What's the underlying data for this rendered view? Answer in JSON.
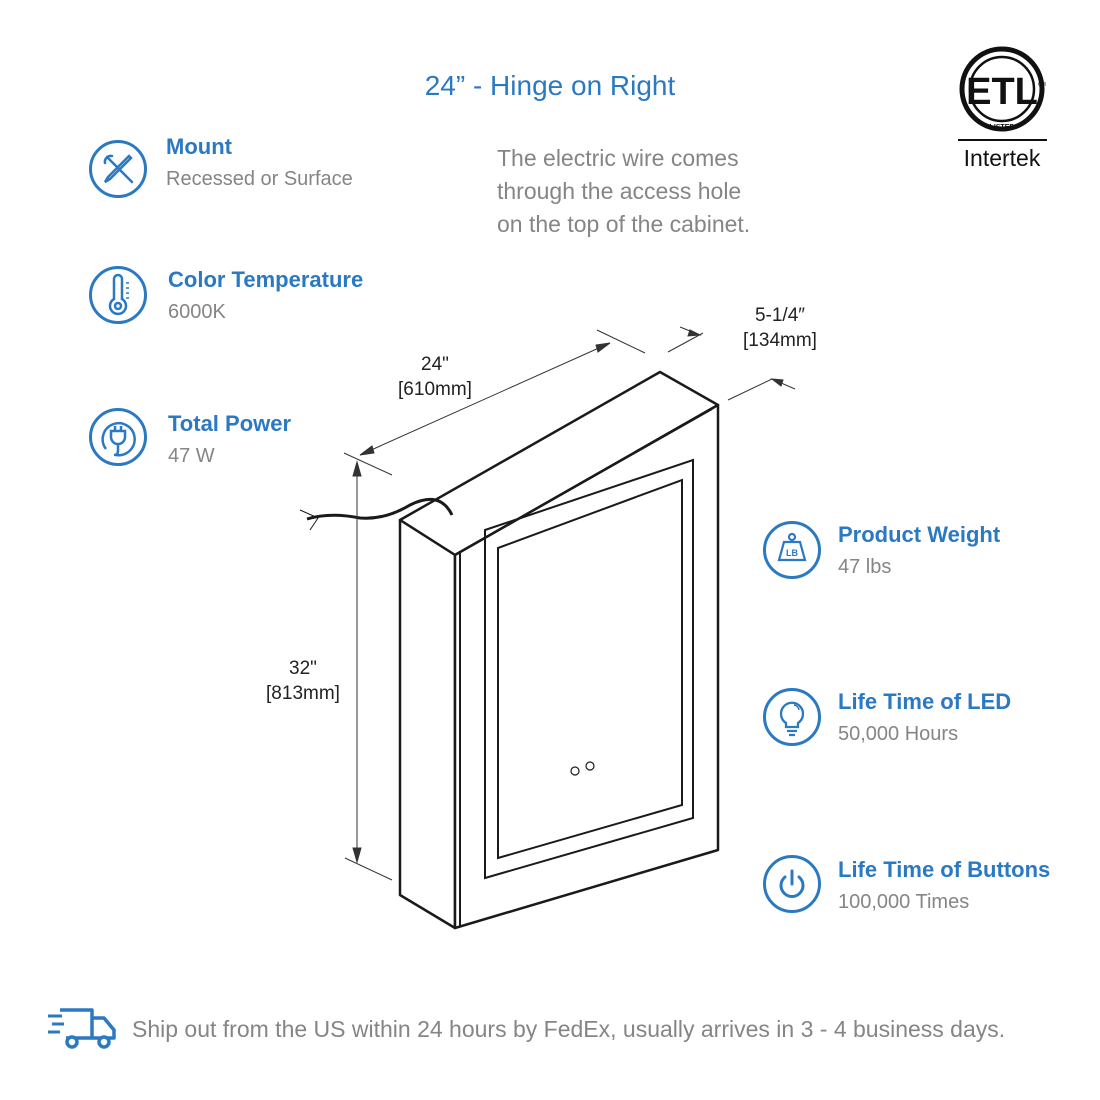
{
  "title": "24” - Hinge on Right",
  "note": [
    "The electric wire comes",
    "through the access hole",
    "on the top of the cabinet."
  ],
  "certification": {
    "logo_text": "ETL",
    "listed": "LISTED",
    "mark": "CM",
    "brand": "Intertek"
  },
  "features_left": [
    {
      "icon": "tools-icon",
      "title": "Mount",
      "value": "Recessed or Surface"
    },
    {
      "icon": "thermometer-icon",
      "title": "Color Temperature",
      "value": "6000K"
    },
    {
      "icon": "plug-icon",
      "title": "Total Power",
      "value": "47 W"
    }
  ],
  "features_right": [
    {
      "icon": "weight-icon",
      "title": "Product Weight",
      "value": "47 lbs",
      "icon_text": "LB"
    },
    {
      "icon": "lightbulb-icon",
      "title": "Life Time of LED",
      "value": "50,000 Hours"
    },
    {
      "icon": "power-icon",
      "title": "Life Time of Buttons",
      "value": "100,000 Times"
    }
  ],
  "dimensions": {
    "width": {
      "imperial": "24\"",
      "metric": "[610mm]"
    },
    "depth": {
      "imperial": "5-1/4″",
      "metric": "[134mm]"
    },
    "height": {
      "imperial": "32\"",
      "metric": "[813mm]"
    }
  },
  "shipping": {
    "icon": "truck-icon",
    "text": "Ship out from the US within 24 hours by FedEx, usually arrives in 3 - 4 business days."
  },
  "colors": {
    "accent": "#2b79c2",
    "text_gray": "#858585"
  }
}
